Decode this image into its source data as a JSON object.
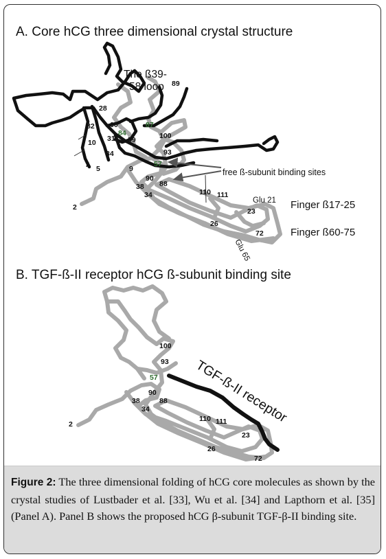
{
  "panel_a": {
    "title": "A. Core hCG three dimensional crystal structure",
    "loop_label_line1": "The ß39-",
    "loop_label_line2": "58 loop",
    "binding_label": "free ß-subunit binding sites",
    "finger1_label": "Finger ß17-25",
    "finger2_label": "Finger ß60-75",
    "glu21_label": "Glu 21",
    "glu65_label": "Glu 65",
    "residues": [
      "89",
      "28",
      "60",
      "87",
      "82",
      "84",
      "31",
      "59",
      "100",
      "10",
      "34",
      "93",
      "57",
      "7",
      "5",
      "9",
      "90",
      "88",
      "38",
      "34",
      "110",
      "111",
      "2",
      "23",
      "26",
      "72"
    ]
  },
  "panel_b": {
    "title": "B. TGF-ß-II receptor hCG ß-subunit binding site",
    "receptor_label": "TGF-ß-II receptor",
    "residues": [
      "100",
      "93",
      "57",
      "90",
      "38",
      "88",
      "34",
      "110",
      "111",
      "2",
      "23",
      "26",
      "72"
    ]
  },
  "caption": {
    "label": "Figure 2:",
    "text": "The three dimensional folding of hCG core molecules as shown by the crystal studies of Lustbader et al. [33], Wu et al. [34] and Lapthorn et al. [35] (Panel A). Panel B shows the proposed hCG β-subunit TGF-β-II binding site."
  },
  "colors": {
    "gray_chain": "#a9a9a9",
    "black_chain": "#111111",
    "caption_bg": "#dcdcdc",
    "green_residue": "#2e6b2e"
  }
}
